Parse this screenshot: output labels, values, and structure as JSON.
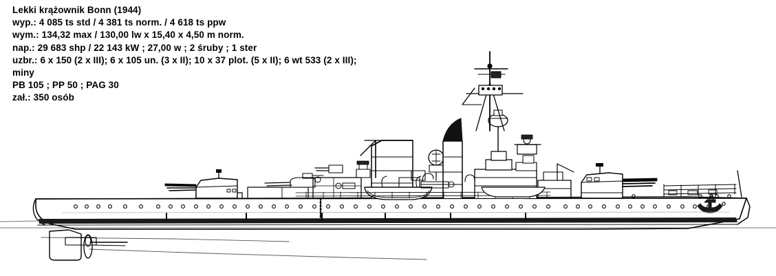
{
  "title": "Lekki krążownik Bonn (1944)",
  "spec_lines": [
    "Lekki krążownik Bonn (1944)",
    "wyp.: 4 085 ts std / 4 381 ts norm. / 4 618 ts ppw",
    "wym.: 134,32 max / 130,00 lw x 15,40 x 4,50 m norm.",
    "nap.: 29 683 shp / 22 143 kW ; 27,00 w ; 2 śruby ; 1 ster",
    "uzbr.: 6 x 150 (2 x III); 6 x 105 un. (3 x II); 10 x 37 plot. (5 x II); 6 wt 533 (2 x III);",
    "miny",
    "PB 105 ; PP 50 ; PAG 30",
    "zał.: 350 osób"
  ],
  "colors": {
    "background": "#ffffff",
    "ink": "#000000",
    "waterline_band": "#1a1a1a",
    "light_line": "#555555",
    "funnel_cap": "#111111"
  },
  "drawing": {
    "subject": "light-cruiser-profile",
    "ship_name": "Bonn",
    "year": "1944",
    "orientation": "bow-right",
    "features": [
      "hull-profile",
      "waterline-stripe",
      "rudder",
      "propeller",
      "stern-turret-a",
      "stern-turret-b",
      "forward-turret",
      "aft-funnel",
      "forward-funnel",
      "tripod-mast",
      "bridge-superstructure",
      "lifeboats",
      "cranes",
      "anchor",
      "deck-railing",
      "porthole-row"
    ]
  }
}
